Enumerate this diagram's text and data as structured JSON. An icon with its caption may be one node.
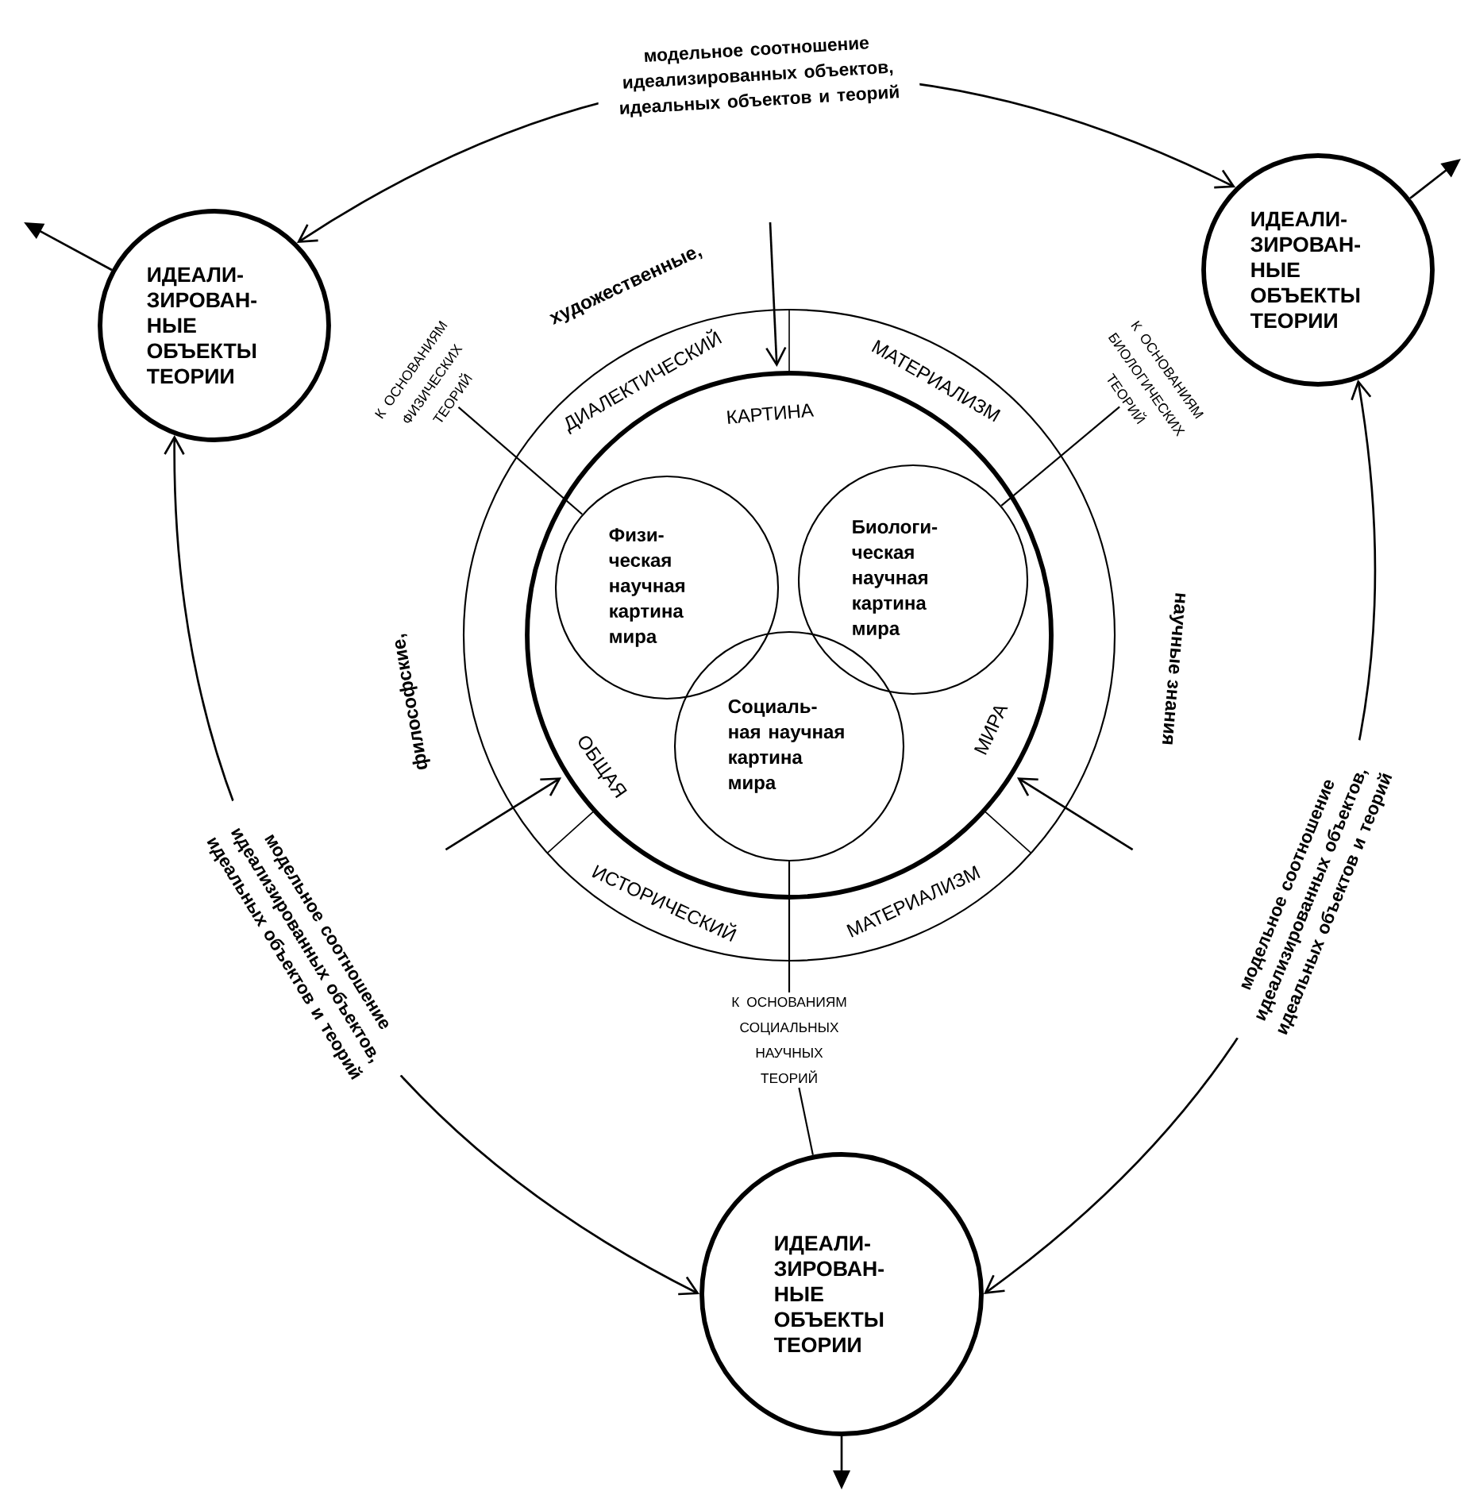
{
  "diagram": {
    "nodes": [
      {
        "text": [
          "ИДЕАЛИ- ЗИРОВАН- НЫЕ ОБЪЕКТЫ ТЕОРИИ"
        ]
      },
      {
        "text": [
          "ИДЕАЛИ- ЗИРОВАН- НЫЕ ОБЪЕКТЫ ТЕОРИИ"
        ]
      },
      {
        "text": [
          "ДИАЛЕКТИЧЕСКИЙ",
          "МАТЕРИАЛИЗМ",
          "ИСТОРИЧЕСКИЙ",
          "МАТЕРИАЛИЗМ"
        ],
        "beside": [
          "философские,",
          "художественные,",
          "научные знания"
        ]
      },
      {
        "text": [
          "ОБЩАЯ",
          "КАРТИНА",
          "МИРА"
        ],
        "in": 2
      },
      {
        "text": [
          "Физи- ческая научная картина мира"
        ],
        "in": 3
      },
      {
        "text": [
          "Биологи- ческая научная картина мира"
        ],
        "in": 3
      },
      {
        "text": [
          "Социаль- ная научная картина мира"
        ],
        "in": 3
      },
      {
        "text": [
          "К ОСНОВАНИЯМ ФИЗИЧЕСКИХ ТЕОРИЙ"
        ]
      },
      {
        "text": [
          "К ОСНОВАНИЯМ БИОЛОГИЧЕСКИХ ТЕОРИЙ"
        ]
      },
      {
        "text": [
          "К ОСНОВАНИЯМ СОЦИАЛЬНЫХ НАУЧНЫХ ТЕОРИЙ"
        ]
      },
      {
        "text": [
          "ИДЕАЛИ- ЗИРОВАН- НЫЕ ОБЪЕКТЫ ТЕОРИИ"
        ]
      }
    ],
    "edges": [
      {
        "from": 0,
        "to": 1,
        "arrow": "both",
        "label": "модельное соотношение идеализированных объектов, идеальных объектов и теорий"
      },
      {
        "from": 10,
        "to": 0,
        "arrow": "both",
        "label": "модельное соотношение идеализированных объектов, идеальных объектов и теорий"
      },
      {
        "from": 10,
        "to": 1,
        "arrow": "both",
        "label": "модельное соотношение идеализированных объектов, идеальных объектов и теорий"
      },
      {
        "from": 0,
        "to": null,
        "arrow": "to"
      },
      {
        "from": 1,
        "to": null,
        "arrow": "to"
      },
      {
        "from": 10,
        "to": null,
        "arrow": "to"
      },
      {
        "from": null,
        "to": 3,
        "arrow": "to"
      },
      {
        "from": null,
        "to": 3,
        "arrow": "to"
      },
      {
        "from": null,
        "to": 3,
        "arrow": "to"
      },
      {
        "from": 4,
        "to": 7,
        "arrow": "none"
      },
      {
        "from": 5,
        "to": 8,
        "arrow": "none"
      },
      {
        "from": 6,
        "to": 9,
        "arrow": "none"
      },
      {
        "from": 9,
        "to": 10,
        "arrow": "none"
      }
    ]
  }
}
